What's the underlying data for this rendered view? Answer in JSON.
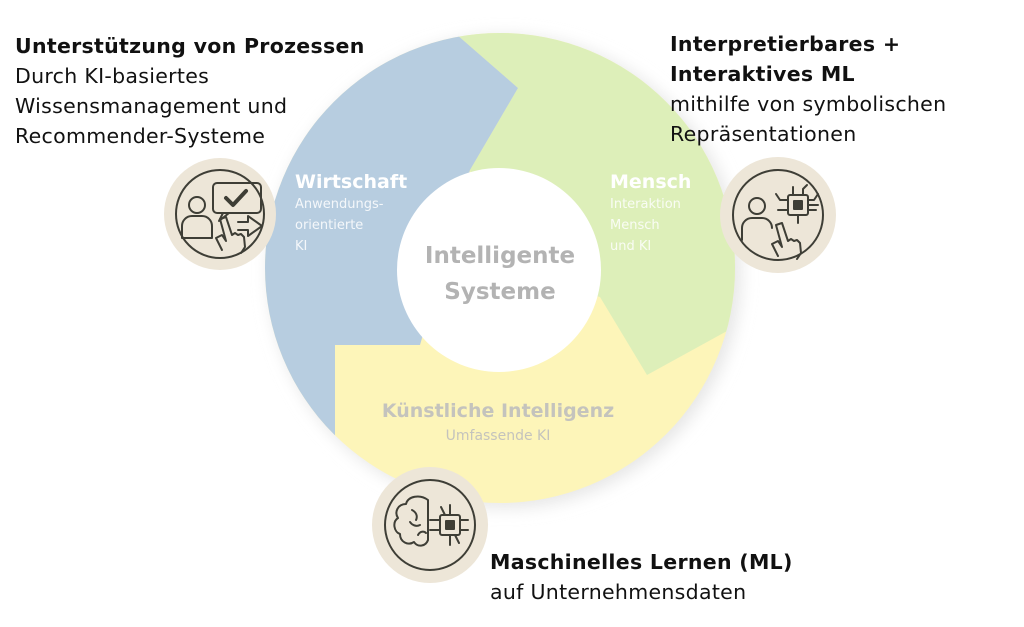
{
  "colors": {
    "wirtschaft": "#b7cde0",
    "mensch": "#ddefb9",
    "ki": "#fdf5b9",
    "icon_bg": "#ede6d8",
    "icon_stroke": "#3e3e36"
  },
  "center": {
    "line1": "Intelligente",
    "line2": "Systeme"
  },
  "segments": {
    "wirtschaft": {
      "title": "Wirtschaft",
      "lines": [
        "Anwendungs-",
        "orientierte",
        "KI"
      ]
    },
    "mensch": {
      "title": "Mensch",
      "lines": [
        "Interaktion",
        "Mensch",
        "und KI"
      ]
    },
    "ki": {
      "title": "Künstliche Intelligenz",
      "subtitle": "Umfassende KI"
    }
  },
  "notes": {
    "top_left": {
      "title": "Unterstützung von Prozessen",
      "lines": [
        "Durch KI-basiertes",
        "Wissensmanagement und",
        "Recommender-Systeme"
      ]
    },
    "top_right": {
      "title_lines": [
        "Interpretierbares +",
        "Interaktives ML"
      ],
      "lines": [
        "mithilfe von symbolischen",
        "Repräsentationen"
      ]
    },
    "bottom": {
      "title": "Maschinelles Lernen (ML)",
      "lines": [
        "auf Unternehmensdaten"
      ]
    }
  },
  "icons": {
    "left": "user-checkmark-pointer-icon",
    "right": "user-chip-pointer-icon",
    "bottom": "brain-chip-icon"
  }
}
